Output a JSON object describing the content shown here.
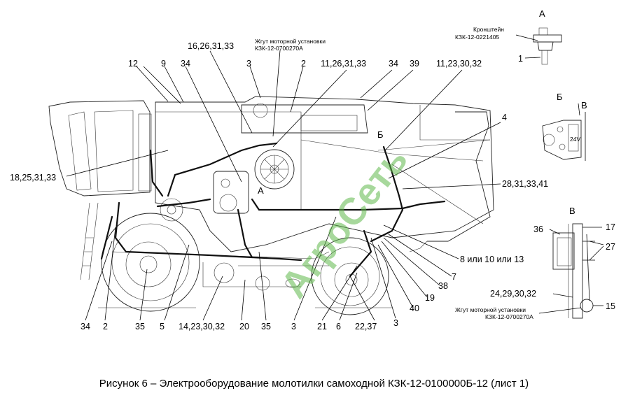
{
  "caption": "Рисунок 6 – Электрооборудование молотилки самоходной КЗК-12-0100000Б-12 (лист 1)",
  "watermark": "АгроСеть",
  "harness_note_top": [
    "Жгут моторной установки",
    "КЗК-12-0700270А"
  ],
  "harness_note_right": [
    "Жгут моторной установки",
    "КЗК-12-0700270А"
  ],
  "bracket_note": [
    "Кронштейн",
    "КЗК-12-0221405"
  ],
  "views": {
    "a_top": "А",
    "b": "Б",
    "v_small": "В",
    "v_main": "В",
    "a_center": "А",
    "b_center": "Б"
  },
  "labels": {
    "l_16": "16,26,31,33",
    "l_3a": "3",
    "l_2a": "2",
    "l_11a": "11,26,31,33",
    "l_34a": "34",
    "l_39": "39",
    "l_11b": "11,23,30,32",
    "l_12": "12",
    "l_9": "9",
    "l_34b": "34",
    "l_4": "4",
    "l_18": "18,25,31,33",
    "l_28": "28,31,33,41",
    "l_8": "8 или 10 или 13",
    "l_7": "7",
    "l_38": "38",
    "l_19": "19",
    "l_40": "40",
    "l_3b": "3",
    "l_22": "22,37",
    "l_6": "6",
    "l_21": "21",
    "l_3c": "3",
    "l_35a": "35",
    "l_20": "20",
    "l_14": "14,23,30,32",
    "l_5": "5",
    "l_35b": "35",
    "l_2b": "2",
    "l_34c": "34",
    "l_1": "1",
    "l_36": "36",
    "l_17": "17",
    "l_27": "27",
    "l_24": "24,29,30,32",
    "l_15": "15"
  },
  "plate_text": "24V"
}
